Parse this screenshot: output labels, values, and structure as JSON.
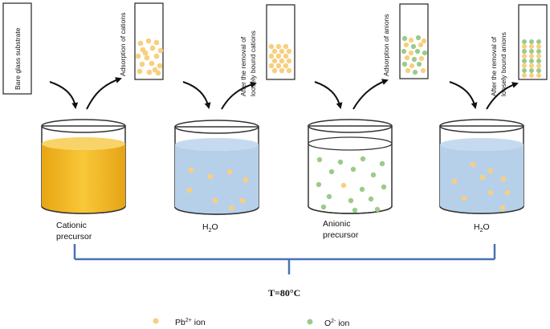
{
  "substrates": {
    "bare": "Bare glass substrate",
    "cation_adsorption": "Adsorption of cations",
    "cation_rinse_line1": "After the removal of",
    "cation_rinse_line2": "loosely bound cations",
    "anion_adsorption": "Adsorption of anions",
    "anion_rinse_line1": "After the removal of",
    "anion_rinse_line2": "loosely bound anions"
  },
  "beakers": {
    "cationic": {
      "line1": "Cationic",
      "line2": "precursor"
    },
    "water1": {
      "base": "H",
      "sub": "2",
      "rest": "O"
    },
    "anionic": {
      "line1": "Anionic",
      "line2": "precursor"
    },
    "water2": {
      "base": "H",
      "sub": "2",
      "rest": "O"
    }
  },
  "temperature": "T=80°C",
  "legend": {
    "pb_base": "Pb",
    "pb_sup": "2+",
    "pb_rest": " ion",
    "o_base": "O",
    "o_sup": "2-",
    "o_rest": " ion"
  },
  "colors": {
    "pb_ion": "#f7cf7e",
    "o_ion": "#9bcb8a",
    "cationic_liquid": "#f2b81d",
    "water": "#b7d0ea",
    "bracket": "#4a72b3"
  }
}
